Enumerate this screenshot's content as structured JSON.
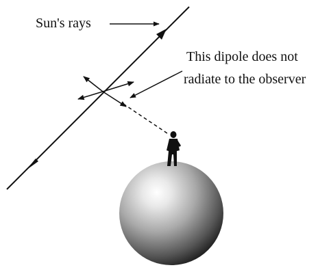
{
  "labels": {
    "sun_rays": "Sun's rays",
    "dipole_line1": "This dipole does not",
    "dipole_line2": "radiate to the observer"
  },
  "colors": {
    "ink": "#111111",
    "sphere_highlight": "#ffffff",
    "sphere_shadow": "#1e1e1e"
  }
}
